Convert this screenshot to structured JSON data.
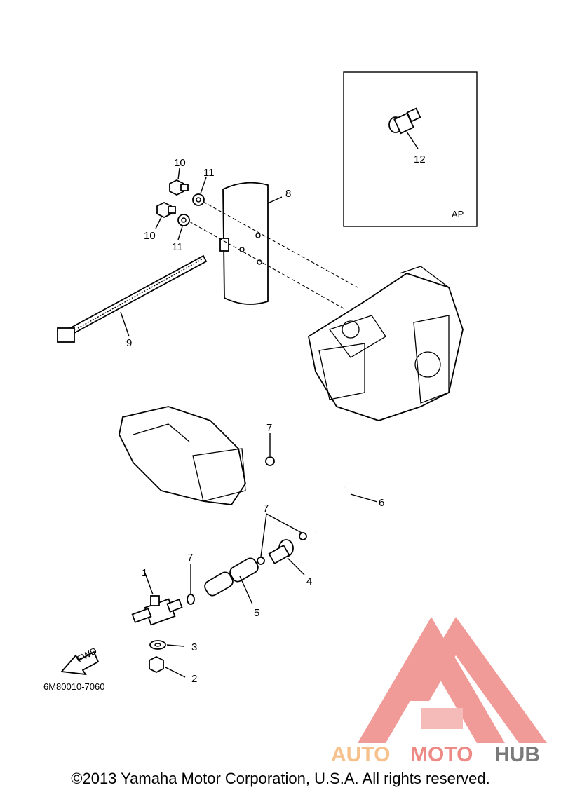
{
  "callouts": {
    "c1": "1",
    "c2": "2",
    "c3": "3",
    "c4": "4",
    "c5": "5",
    "c6": "6",
    "c7a": "7",
    "c7b": "7",
    "c7c": "7",
    "c8": "8",
    "c9": "9",
    "c10a": "10",
    "c10b": "10",
    "c11a": "11",
    "c11b": "11",
    "c12": "12"
  },
  "inset_label": "AP",
  "fwd_label": "FWD",
  "diagram_code": "6M80010-7060",
  "watermark": {
    "auto": "AUTO",
    "moto": "MOTO",
    "hub": "HUB"
  },
  "copyright": "©2013 Yamaha Motor Corporation, U.S.A. All rights reserved.",
  "colors": {
    "watermark_red": "#ee8a86",
    "watermark_orange": "#f6c18b",
    "watermark_gray": "#7a7a7a",
    "ink": "#000000"
  }
}
